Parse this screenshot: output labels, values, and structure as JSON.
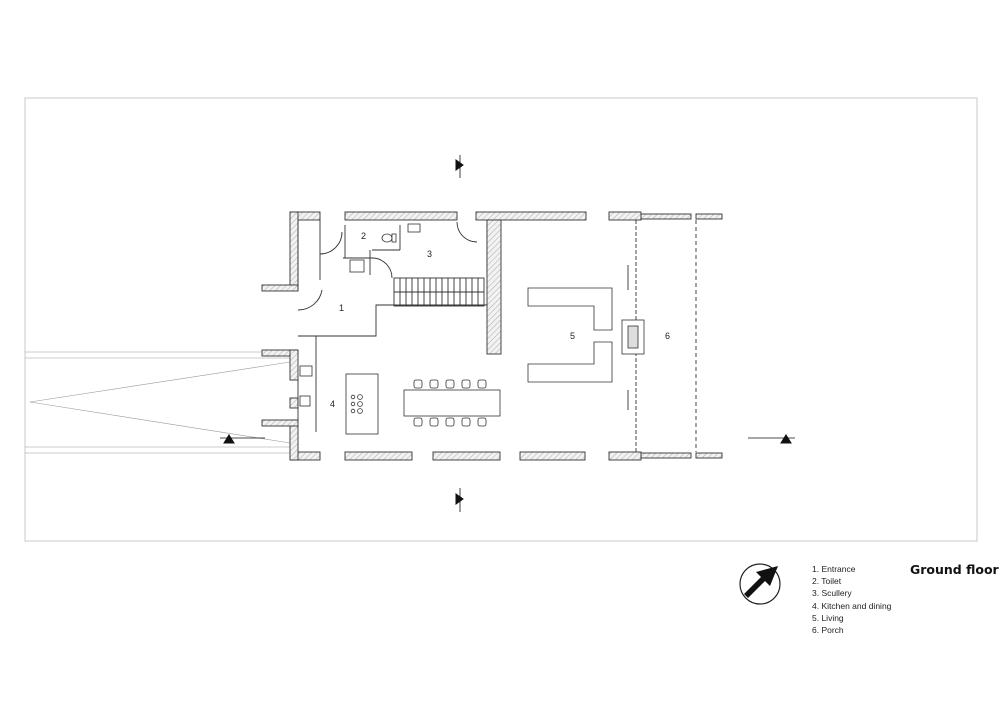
{
  "title": "Ground floor",
  "rooms": [
    {
      "num": "1",
      "label": "1. Entrance"
    },
    {
      "num": "2",
      "label": "2. Toilet"
    },
    {
      "num": "3",
      "label": "3. Scullery"
    },
    {
      "num": "4",
      "label": "4. Kitchen and dining"
    },
    {
      "num": "5",
      "label": "5. Living"
    },
    {
      "num": "6",
      "label": "6. Porch"
    }
  ],
  "icons": {
    "north_arrow": "north-arrow-icon",
    "section_marker": "section-marker-icon"
  },
  "colors": {
    "line": "#333333",
    "wall_fill": "#e8e8e8"
  }
}
